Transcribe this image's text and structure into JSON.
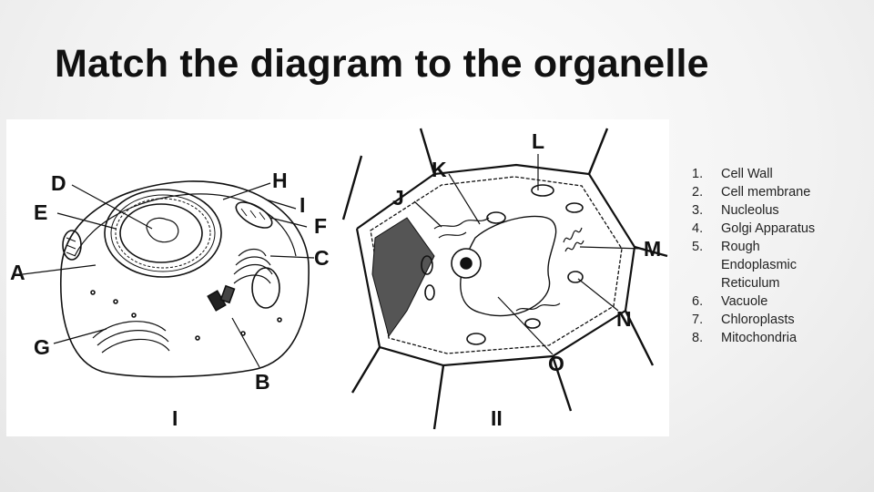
{
  "title": "Match the diagram to the organelle",
  "diagram": {
    "cell_I_labels": [
      "D",
      "H",
      "E",
      "I",
      "F",
      "C",
      "A",
      "G",
      "B"
    ],
    "cell_II_labels": [
      "L",
      "K",
      "J",
      "M",
      "N",
      "O"
    ],
    "figure_labels": {
      "left": "I",
      "right": "II"
    },
    "label_color": "#111111"
  },
  "organelle_list": [
    {
      "num": "1.",
      "text": "Cell Wall"
    },
    {
      "num": "2.",
      "text": "Cell membrane"
    },
    {
      "num": "3.",
      "text": "Nucleolus"
    },
    {
      "num": "4.",
      "text": "Golgi Apparatus"
    },
    {
      "num": "5.",
      "text": "Rough Endoplasmic Reticulum"
    },
    {
      "num": "6.",
      "text": "Vacuole"
    },
    {
      "num": "7.",
      "text": "Chloroplasts"
    },
    {
      "num": "8.",
      "text": "Mitochondria"
    }
  ]
}
